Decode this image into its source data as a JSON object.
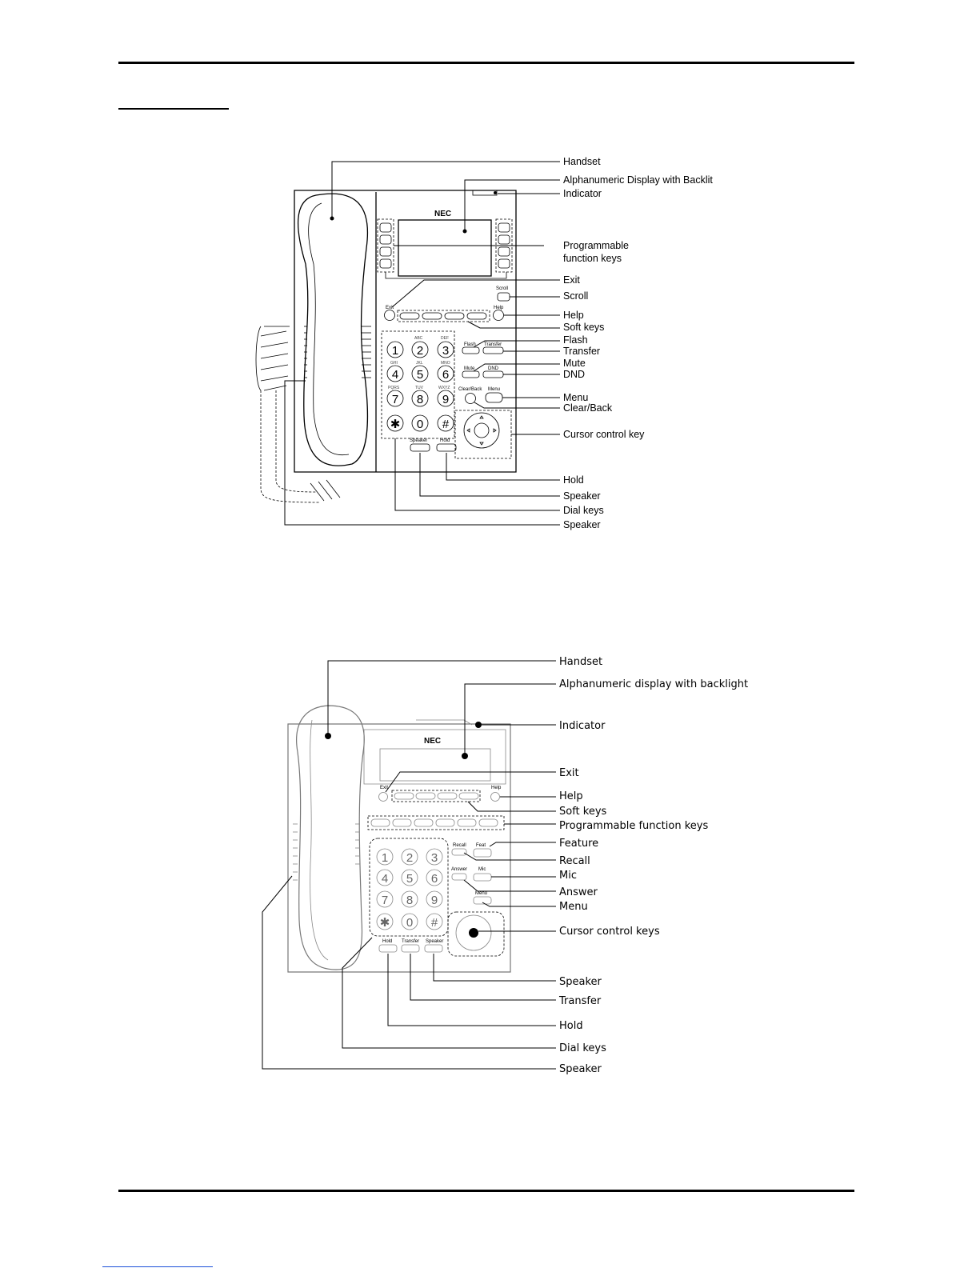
{
  "figure1": {
    "brand": "NEC",
    "labels": [
      "Handset",
      "Alphanumeric Display with Backlit",
      "Indicator",
      "Programmable",
      "function keys",
      "Exit",
      "Scroll",
      "Help",
      "Soft keys",
      "Flash",
      "Transfer",
      "Mute",
      "DND",
      "Menu",
      "Clear/Back",
      "Cursor control key",
      "Hold",
      "Speaker",
      "Dial keys",
      "Speaker"
    ],
    "key_labels": {
      "exit": "Exit",
      "help": "Help",
      "scroll": "Scroll",
      "flash": "Flash",
      "transfer": "Transfer",
      "mute": "Mute",
      "dnd": "DND",
      "clear_back": "Clear/Back",
      "menu": "Menu",
      "speaker": "Speaker",
      "hold": "Hold"
    },
    "dial_keys": [
      {
        "digit": "1",
        "letters": ""
      },
      {
        "digit": "2",
        "letters": "ABC"
      },
      {
        "digit": "3",
        "letters": "DEF"
      },
      {
        "digit": "4",
        "letters": "GHI"
      },
      {
        "digit": "5",
        "letters": "JKL"
      },
      {
        "digit": "6",
        "letters": "MNO"
      },
      {
        "digit": "7",
        "letters": "PQRS"
      },
      {
        "digit": "8",
        "letters": "TUV"
      },
      {
        "digit": "9",
        "letters": "WXYZ"
      },
      {
        "digit": "✱",
        "letters": ""
      },
      {
        "digit": "0",
        "letters": ""
      },
      {
        "digit": "#",
        "letters": ""
      }
    ]
  },
  "figure2": {
    "brand": "NEC",
    "labels": [
      "Handset",
      "Alphanumeric display with backlight",
      "Indicator",
      "Exit",
      "Help",
      "Soft keys",
      "Programmable function keys",
      "Feature",
      "Recall",
      "Mic",
      "Answer",
      "Menu",
      "Cursor control keys",
      "Speaker",
      "Transfer",
      "Hold",
      "Dial keys",
      "Speaker"
    ],
    "key_labels": {
      "exit": "Exit",
      "help": "Help",
      "recall": "Recall",
      "feature": "Feat",
      "answer": "Answer",
      "mic": "Mic",
      "menu": "Menu",
      "hold": "Hold",
      "transfer": "Transfer",
      "speaker": "Speaker"
    },
    "dial_keys": [
      "1",
      "2",
      "3",
      "4",
      "5",
      "6",
      "7",
      "8",
      "9",
      "✱",
      "0",
      "#"
    ]
  }
}
